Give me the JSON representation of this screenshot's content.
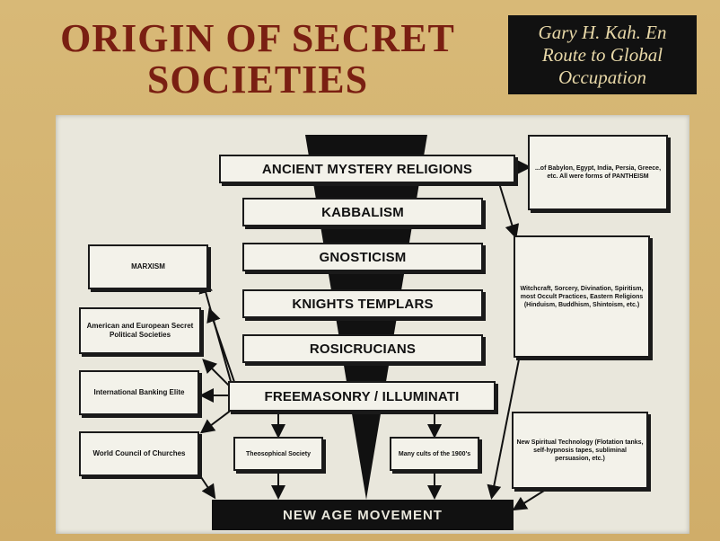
{
  "title_line1": "ORIGIN OF SECRET",
  "title_line2": "SOCIETIES",
  "source": {
    "line1": "Gary H. Kah. En",
    "line2": "Route to Global",
    "line3": "Occupation"
  },
  "center": {
    "ancient": "ANCIENT MYSTERY RELIGIONS",
    "kabbalism": "KABBALISM",
    "gnosticism": "GNOSTICISM",
    "templars": "KNIGHTS TEMPLARS",
    "rosicrucians": "ROSICRUCIANS",
    "freemasonry": "FREEMASONRY / ILLUMINATI",
    "new_age": "NEW AGE MOVEMENT"
  },
  "left": {
    "marxism": "MARXISM",
    "political": "American and European Secret Political Societies",
    "banking": "International Banking Elite",
    "churches": "World Council of Churches"
  },
  "right": {
    "pantheism": "...of Babylon, Egypt, India, Persia, Greece, etc. All were forms of PANTHEISM",
    "occult": "Witchcraft, Sorcery, Divination, Spiritism, most Occult Practices, Eastern Religions (Hinduism, Buddhism, Shintoism, etc.)",
    "technology": "New Spiritual Technology (Flotation tanks, self-hypnosis tapes, subliminal persuasion, etc.)"
  },
  "lower": {
    "theosophical": "Theosophical Society",
    "cults": "Many cults of the 1900's"
  }
}
